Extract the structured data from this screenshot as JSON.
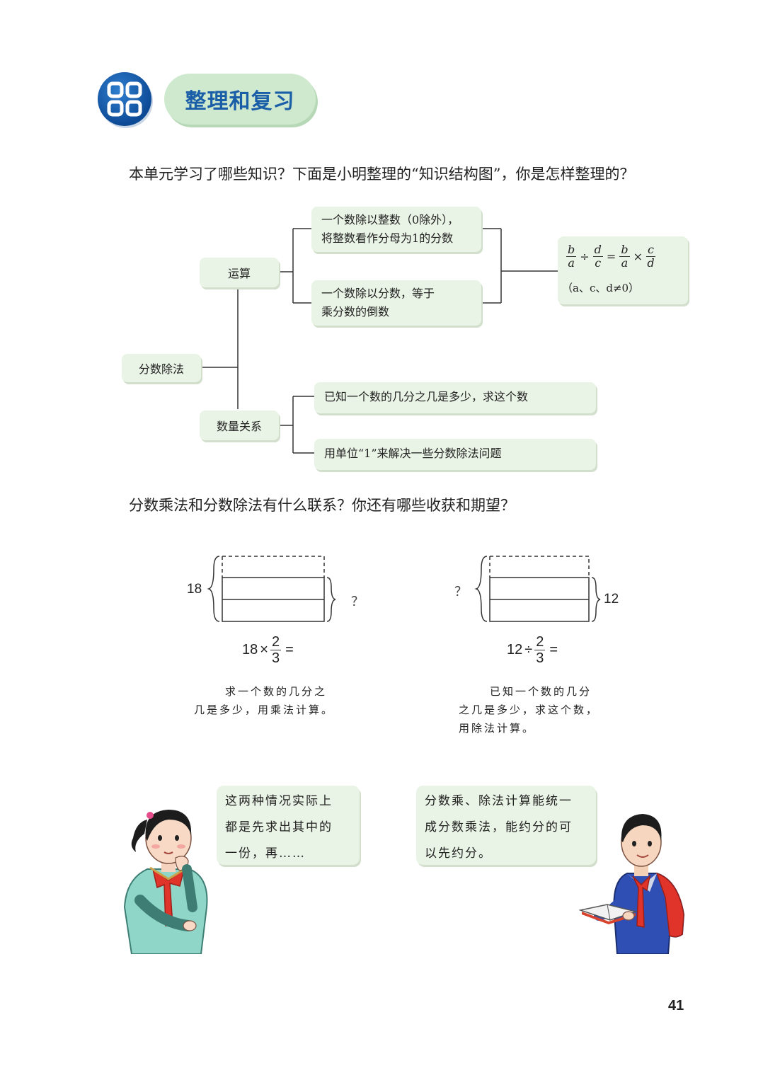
{
  "header": {
    "title": "整理和复习"
  },
  "intro_question": "本单元学习了哪些知识？下面是小明整理的“知识结构图”，你是怎样整理的？",
  "mindmap": {
    "root": "分数除法",
    "branch_operation": "运算",
    "op_leaf_1_line1": "一个数除以整数（0除外），",
    "op_leaf_1_line2": "将整数看作分母为1的分数",
    "op_leaf_2_line1": "一个数除以分数，等于",
    "op_leaf_2_line2": "乘分数的倒数",
    "formula": {
      "a": "a",
      "b": "b",
      "c": "c",
      "d": "d",
      "div": "÷",
      "eq": "=",
      "times": "×",
      "condition": "（a、c、d≠0）"
    },
    "branch_relation": "数量关系",
    "rel_leaf_1": "已知一个数的几分之几是多少，求这个数",
    "rel_leaf_2": "用单位“1”来解决一些分数除法问题"
  },
  "second_question": "分数乘法和分数除法有什么联系？你还有哪些收获和期望？",
  "diagram_left": {
    "left_label": "18",
    "right_label": "？",
    "eq_whole": "18",
    "eq_op": "×",
    "eq_num": "2",
    "eq_den": "3",
    "eq_equals": "=",
    "note_line1": "求一个数的几分之",
    "note_line2": "几是多少，用乘法计算。"
  },
  "diagram_right": {
    "left_label": "？",
    "right_label": "12",
    "eq_whole": "12",
    "eq_op": "÷",
    "eq_num": "2",
    "eq_den": "3",
    "eq_equals": "=",
    "note_line1": "已知一个数的几分",
    "note_line2": "之几是多少，求这个数，",
    "note_line3": "用除法计算。"
  },
  "bubble_girl": {
    "line1": "这两种情况实际上",
    "line2": "都是先求出其中的",
    "line3": "一份，再……"
  },
  "bubble_boy": {
    "line1": "分数乘、除法计算能统一",
    "line2": "成分数乘法，能约分的可",
    "line3": "以先约分。"
  },
  "page_number": "41",
  "colors": {
    "title_blue": "#1b5ea8",
    "pill_green": "#cfe9cf",
    "box_green": "#eaf4e6"
  }
}
